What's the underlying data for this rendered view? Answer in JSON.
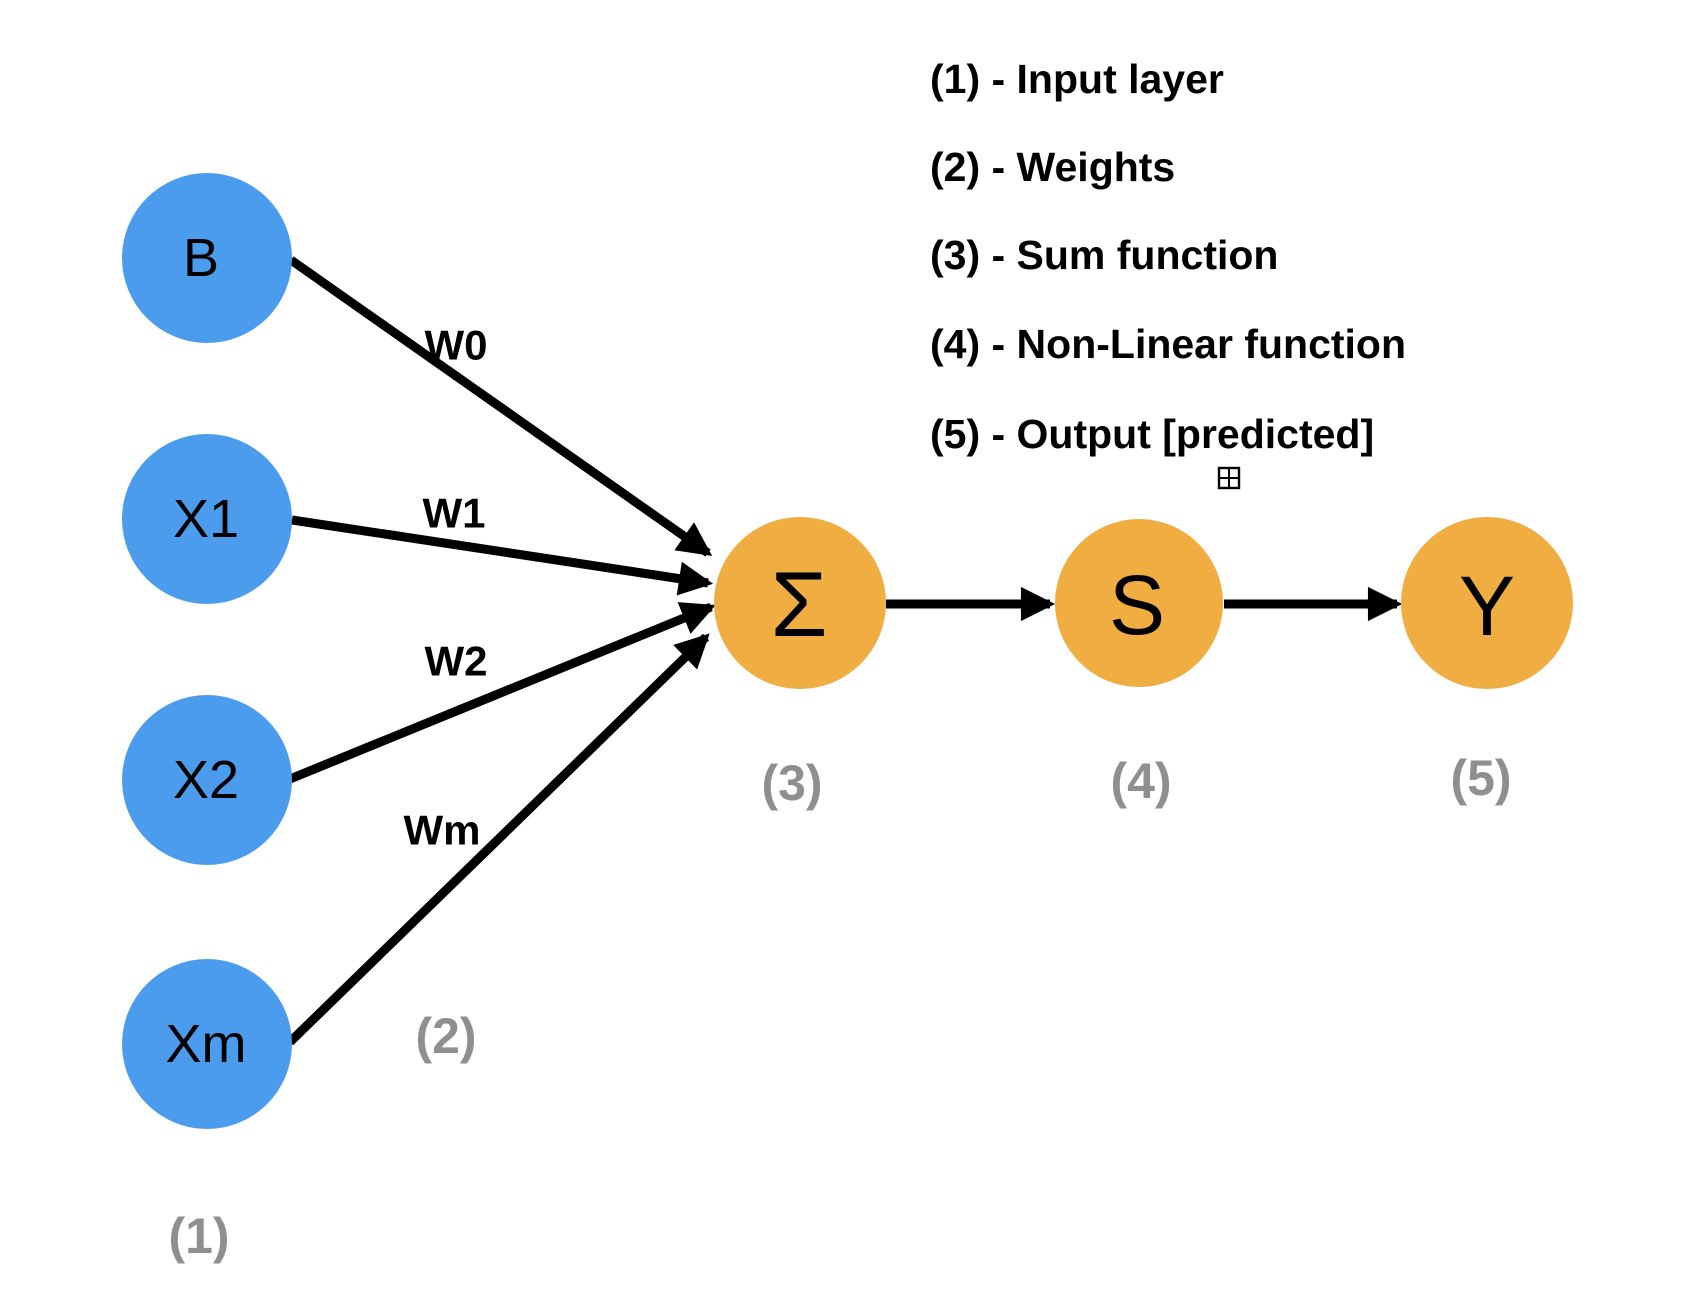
{
  "colors": {
    "input_node_fill": "#4B9CED",
    "process_node_fill": "#EFAD42",
    "stage_marker_gray": "#8F8F8F",
    "edge_black": "#000000"
  },
  "diagram": {
    "input_nodes": [
      {
        "label": "B"
      },
      {
        "label": "X1"
      },
      {
        "label": "X2"
      },
      {
        "label": "Xm"
      }
    ],
    "weight_labels": [
      {
        "label": "W0"
      },
      {
        "label": "W1"
      },
      {
        "label": "W2"
      },
      {
        "label": "Wm"
      }
    ],
    "sum_node": {
      "label": "Σ"
    },
    "activation_node": {
      "label": "S"
    },
    "output_node": {
      "label": "Y"
    },
    "stage_markers": [
      {
        "label": "(1)"
      },
      {
        "label": "(2)"
      },
      {
        "label": "(3)"
      },
      {
        "label": "(4)"
      },
      {
        "label": "(5)"
      }
    ]
  },
  "legend": {
    "items": [
      {
        "label": "(1) - Input layer"
      },
      {
        "label": "(2) - Weights"
      },
      {
        "label": "(3) - Sum function"
      },
      {
        "label": "(4) - Non-Linear function"
      },
      {
        "label": "(5) - Output [predicted]"
      }
    ]
  }
}
